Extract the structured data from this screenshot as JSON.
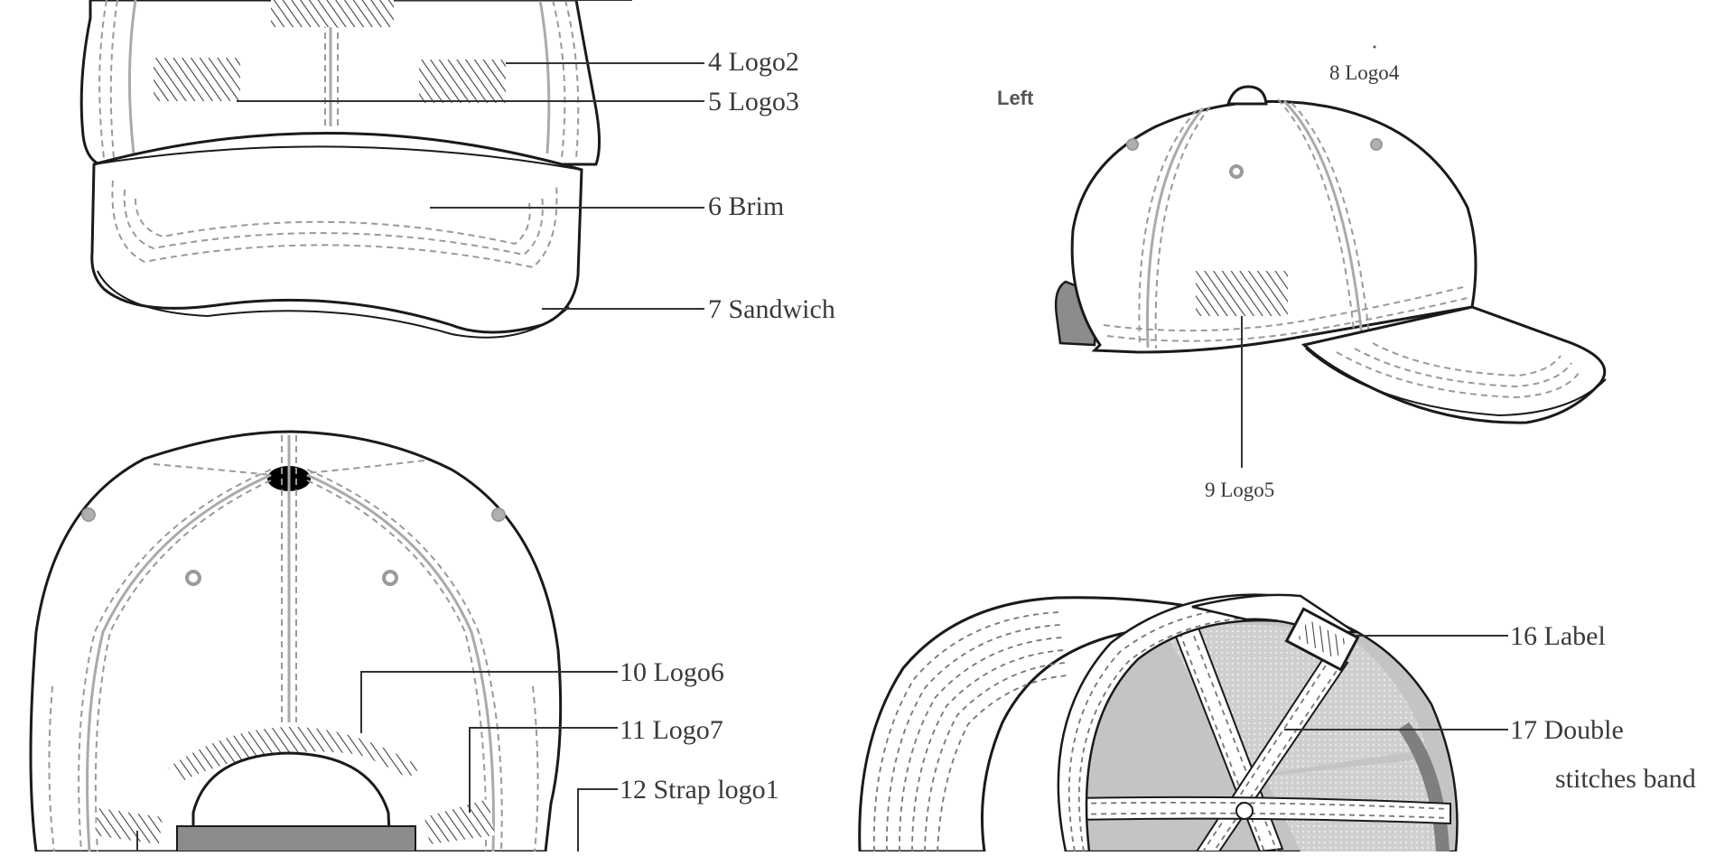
{
  "labels": {
    "logo2": "4  Logo2",
    "logo3": "5  Logo3",
    "brim": "6  Brim",
    "sandwich": "7  Sandwich",
    "logo4": "8  Logo4",
    "logo5": "9  Logo5",
    "logo6": "10  Logo6",
    "logo7": "11  Logo7",
    "strap_logo1": "12  Strap logo1",
    "label": "16  Label",
    "double_stitches_line1": "17  Double",
    "double_stitches_line2": "stitches band"
  },
  "views": {
    "left": "Left"
  },
  "colors": {
    "line": "#1a1a1a",
    "seam": "#9a9a9a",
    "strap": "#8c8c8c",
    "lining": "#c4c4c4"
  }
}
